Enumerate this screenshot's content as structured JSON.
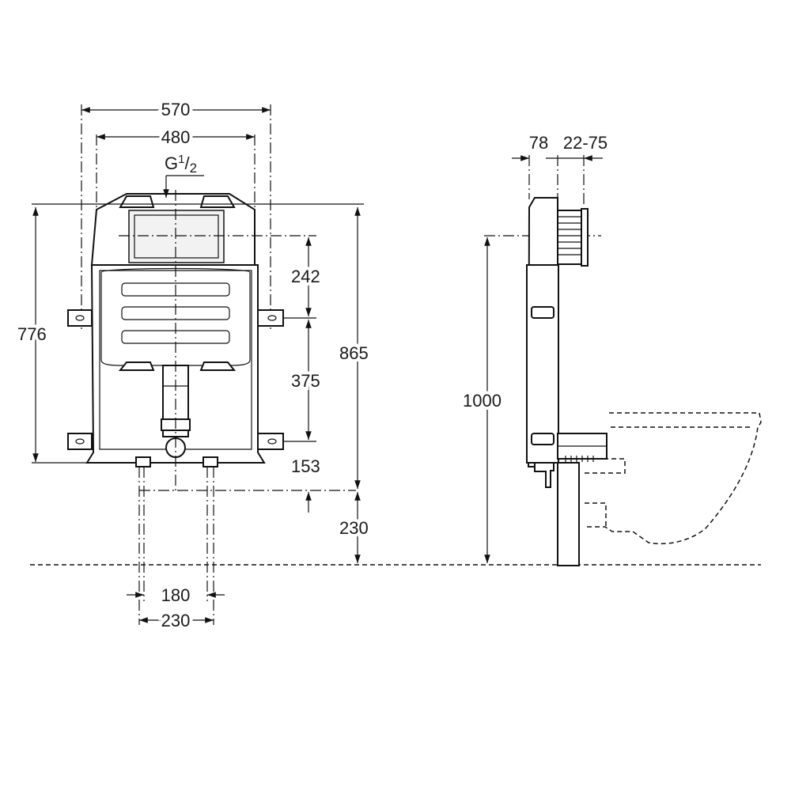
{
  "front_view": {
    "dimensions": {
      "overall_width": "570",
      "frame_width": "480",
      "inlet": "G",
      "inlet_sup": "1",
      "inlet_sub": "2",
      "frame_height": "776",
      "total_height": "865",
      "upper_offset": "242",
      "bracket_spacing": "375",
      "bottom_offset": "153",
      "floor_height": "230",
      "feet_inner": "180",
      "feet_outer": "230"
    }
  },
  "side_view": {
    "dimensions": {
      "depth": "78",
      "wall_gap": "22-75",
      "inlet_height": "1000"
    }
  }
}
